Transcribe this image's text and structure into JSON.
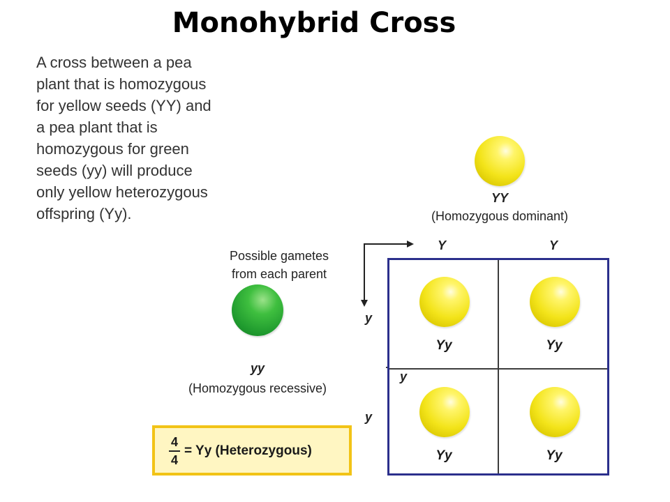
{
  "title": "Monohybrid Cross",
  "description": [
    "A cross between a pea",
    "plant that is homozygous",
    "for yellow seeds (YY) and",
    "a pea plant that is",
    "homozygous for green",
    "seeds (yy) will produce",
    "only yellow heterozygous",
    "offspring (Yy)."
  ],
  "parent_dominant": {
    "genotype": "YY",
    "label": "(Homozygous dominant)",
    "color": "#f3e41a"
  },
  "parent_recessive": {
    "genotype": "yy",
    "label": "(Homozygous recessive)",
    "color": "#1f9a2e"
  },
  "gametes_label": [
    "Possible gametes",
    "from each parent"
  ],
  "top_gametes": [
    "Y",
    "Y"
  ],
  "side_gametes": [
    "y",
    "y",
    "y"
  ],
  "punnett": {
    "cells": [
      "Yy",
      "Yy",
      "Yy",
      "Yy"
    ],
    "border_color": "#2b2f8c"
  },
  "summary": {
    "numerator": "4",
    "denominator": "4",
    "text": "= Yy (Heterozygous)",
    "border_color": "#f2c316"
  }
}
